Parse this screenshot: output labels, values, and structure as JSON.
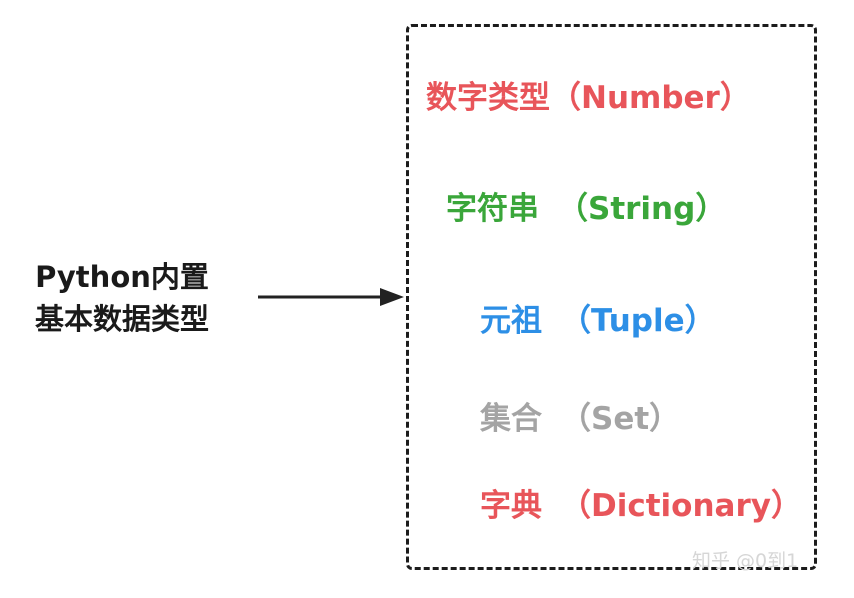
{
  "left_label": {
    "line1": "Python内置",
    "line2": "基本数据类型"
  },
  "items": [
    {
      "zh": "数字类型",
      "en": "（Number）",
      "color": "#e8555a"
    },
    {
      "zh": "字符串",
      "en": "（String）",
      "color": "#3aa63a"
    },
    {
      "zh": "元祖",
      "en": "（Tuple）",
      "color": "#2d8fe6"
    },
    {
      "zh": "集合",
      "en": "（Set）",
      "color": "#a4a4a4"
    },
    {
      "zh": "字典",
      "en": "（Dictionary）",
      "color": "#e8555a"
    }
  ],
  "watermark": "知乎 @0到1"
}
